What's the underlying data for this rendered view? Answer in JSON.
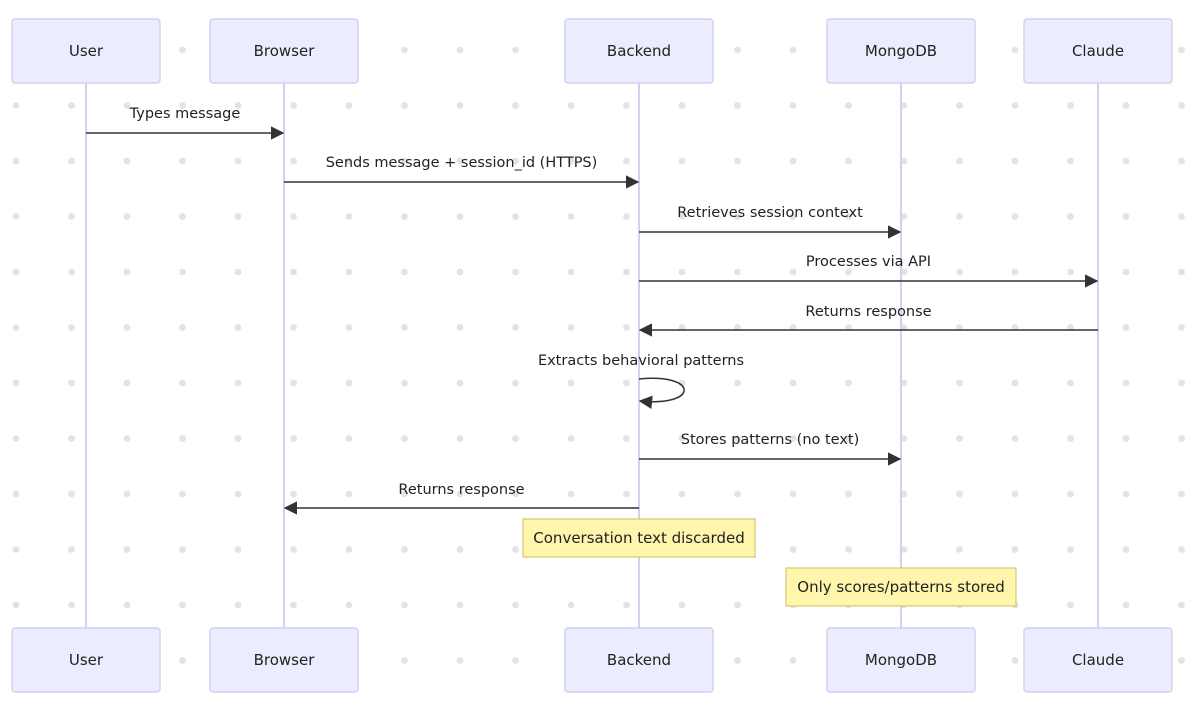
{
  "diagram": {
    "type": "sequence",
    "actors": [
      {
        "id": "user",
        "label": "User"
      },
      {
        "id": "browser",
        "label": "Browser"
      },
      {
        "id": "backend",
        "label": "Backend"
      },
      {
        "id": "mongodb",
        "label": "MongoDB"
      },
      {
        "id": "claude",
        "label": "Claude"
      }
    ],
    "messages": [
      {
        "from": "user",
        "to": "browser",
        "label": "Types message"
      },
      {
        "from": "browser",
        "to": "backend",
        "label": "Sends message + session_id (HTTPS)"
      },
      {
        "from": "backend",
        "to": "mongodb",
        "label": "Retrieves session context"
      },
      {
        "from": "backend",
        "to": "claude",
        "label": "Processes via API"
      },
      {
        "from": "claude",
        "to": "backend",
        "label": "Returns response"
      },
      {
        "from": "backend",
        "to": "backend",
        "label": "Extracts behavioral patterns"
      },
      {
        "from": "backend",
        "to": "mongodb",
        "label": "Stores patterns (no text)"
      },
      {
        "from": "backend",
        "to": "browser",
        "label": "Returns response"
      }
    ],
    "notes": [
      {
        "over": "backend",
        "label": "Conversation text discarded"
      },
      {
        "over": "mongodb",
        "label": "Only scores/patterns stored"
      }
    ],
    "colors": {
      "actor_fill": "#ECECFF",
      "actor_stroke": "#C9C7EE",
      "lifeline": "#D3CFF1",
      "message_line": "#333333",
      "note_fill": "#FFF5AD",
      "note_stroke": "#D2C96E",
      "background_dot": "#E3E3E3"
    }
  }
}
